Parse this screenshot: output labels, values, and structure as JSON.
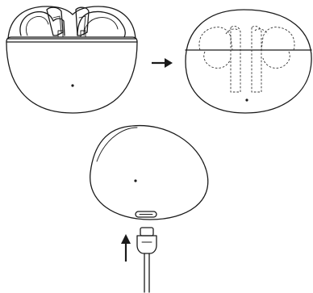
{
  "figure": {
    "panels": [
      {
        "name": "open-case-with-earbuds"
      },
      {
        "name": "closed-case-earbuds-inside"
      },
      {
        "name": "case-charging-usb-c"
      }
    ],
    "icons": [
      "arrow-right-icon",
      "arrow-up-icon",
      "usb-c-cable-icon",
      "usb-c-port-icon",
      "indicator-light-icon"
    ],
    "colors": {
      "line": "#1a1a1a",
      "background": "#ffffff"
    }
  }
}
